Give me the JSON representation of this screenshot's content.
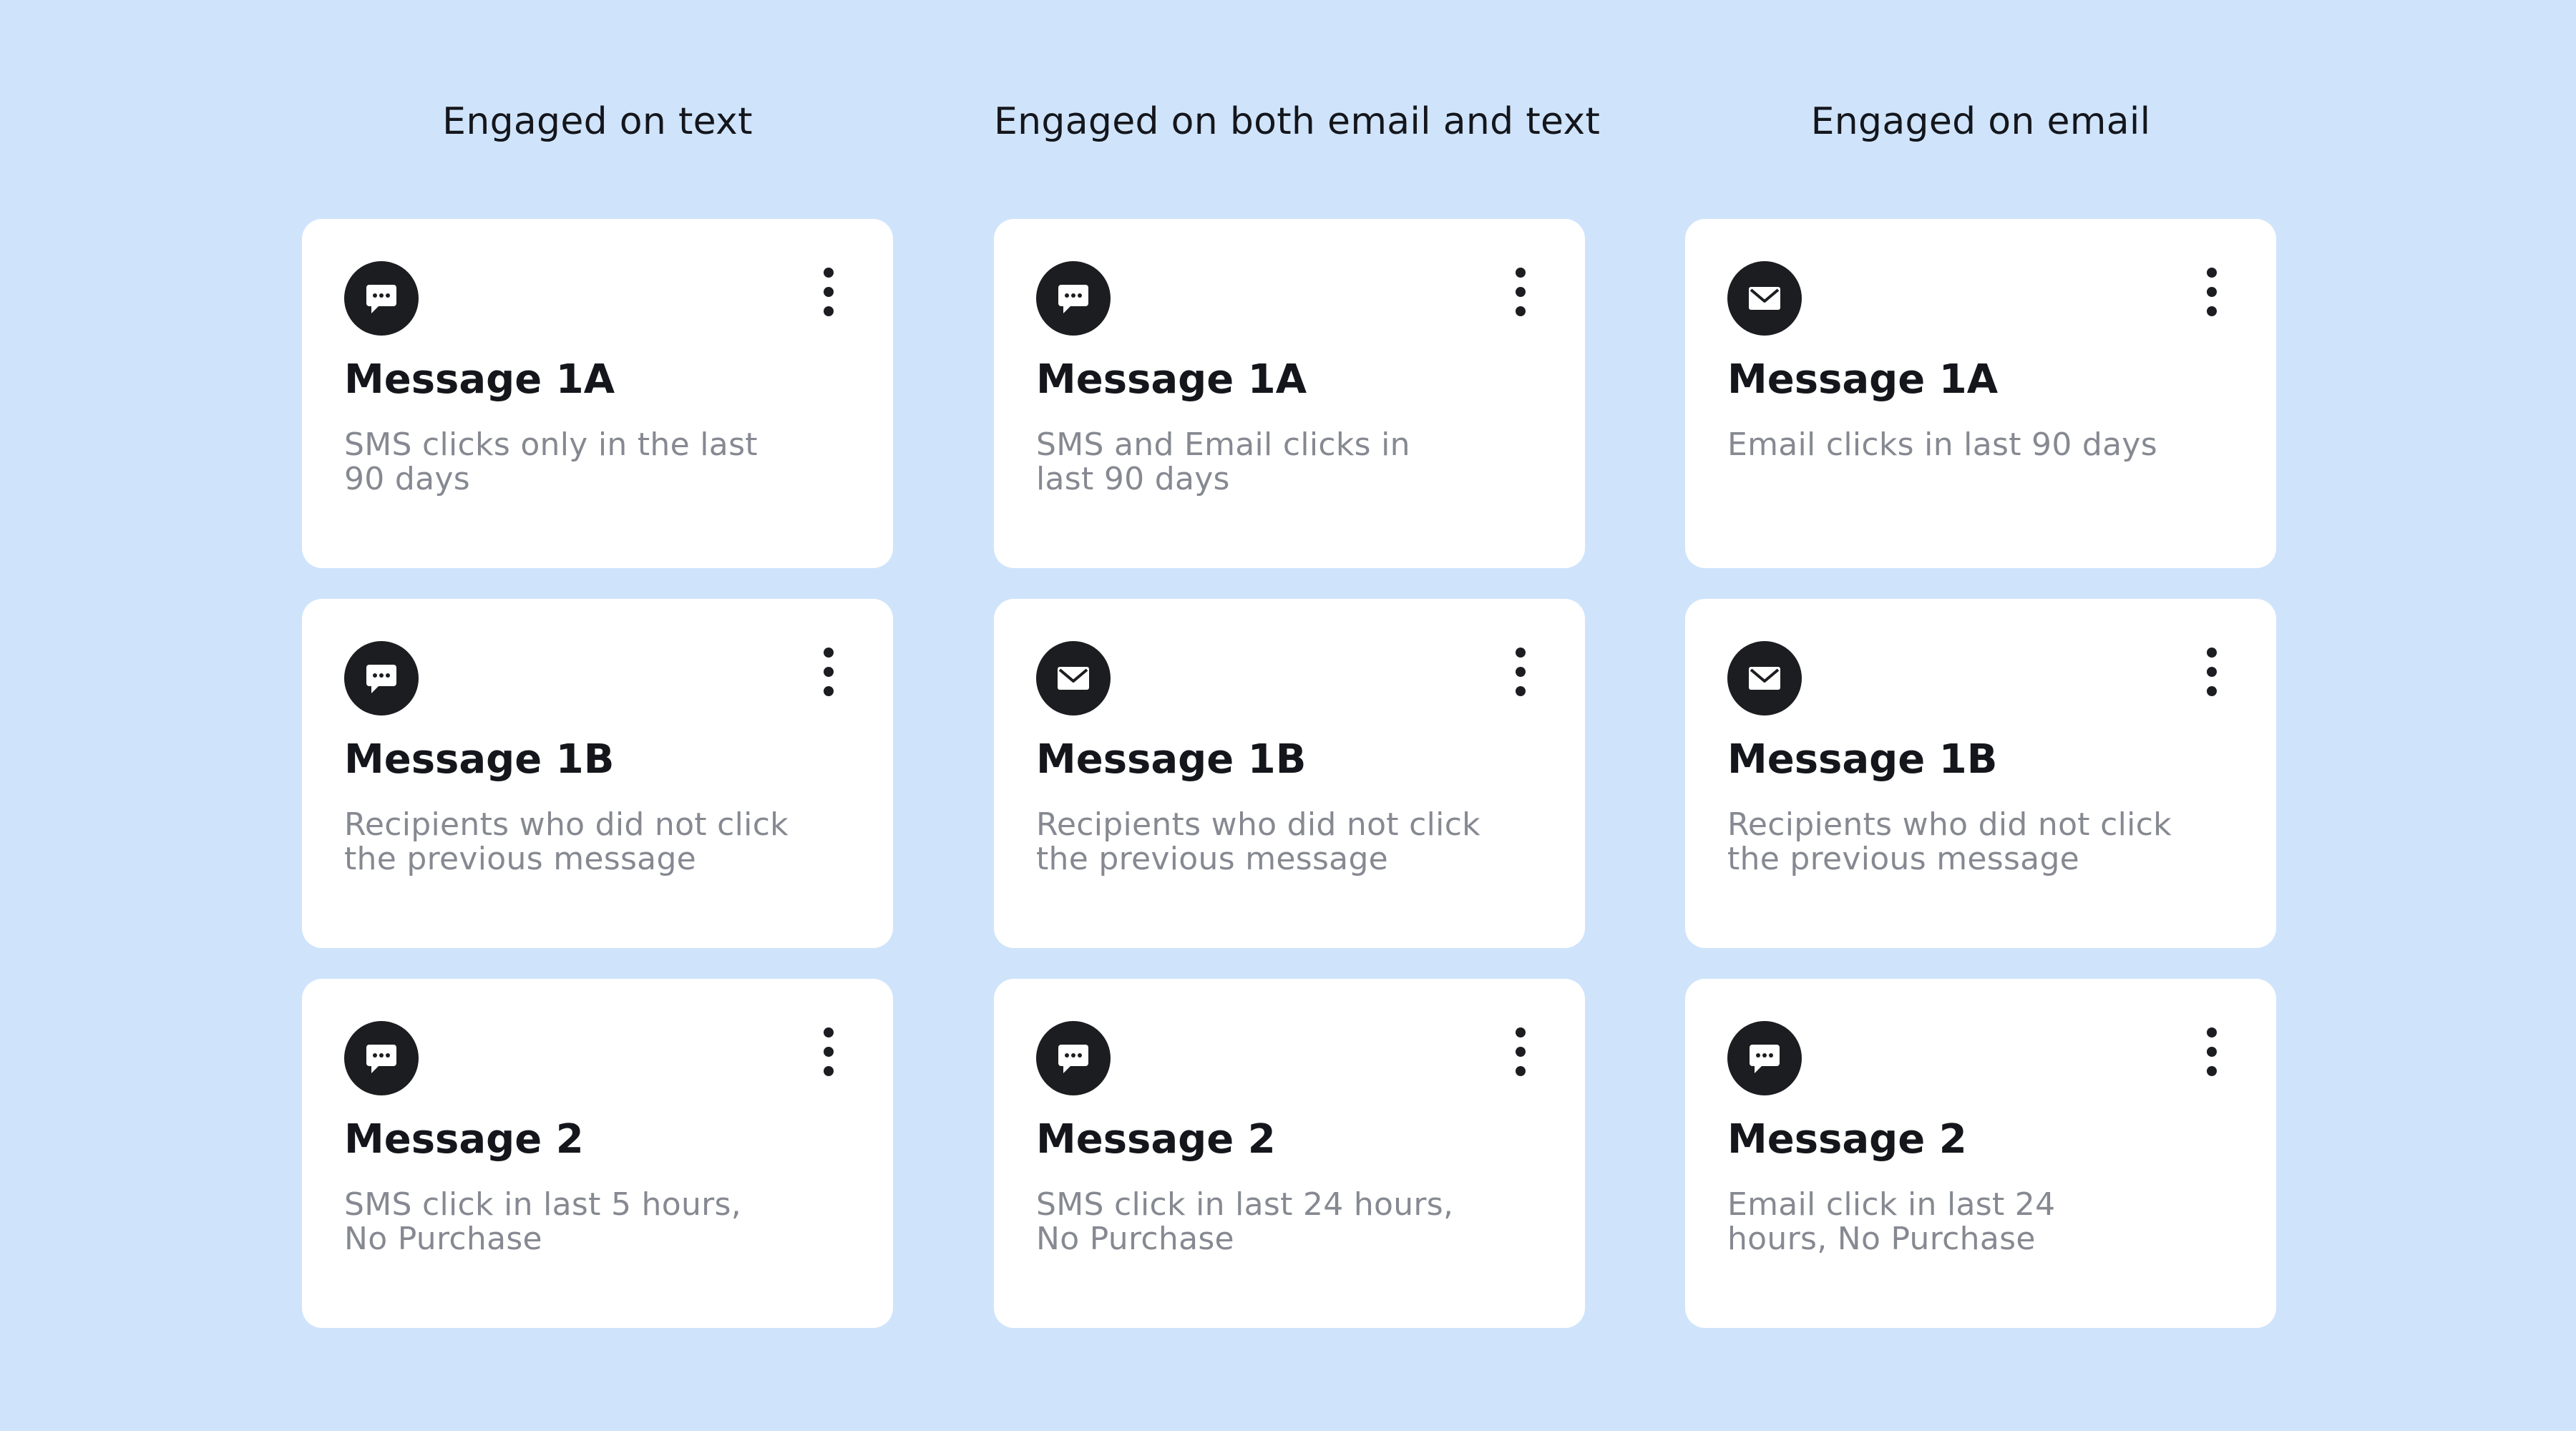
{
  "columns": [
    {
      "header": "Engaged on text",
      "cards": [
        {
          "icon": "sms-chat-icon",
          "title": "Message 1A",
          "desc_lines": [
            "SMS clicks only in the last",
            "90 days"
          ]
        },
        {
          "icon": "sms-chat-icon",
          "title": "Message 1B",
          "desc_lines": [
            "Recipients who did not click",
            "the previous message"
          ]
        },
        {
          "icon": "sms-chat-icon",
          "title": "Message 2",
          "desc_lines": [
            "SMS click in last 5 hours,",
            "No Purchase"
          ]
        }
      ]
    },
    {
      "header": "Engaged on both email and text",
      "cards": [
        {
          "icon": "sms-chat-icon",
          "title": "Message 1A",
          "desc_lines": [
            "SMS and Email clicks in",
            "last 90 days"
          ]
        },
        {
          "icon": "email-envelope-icon",
          "title": "Message 1B",
          "desc_lines": [
            "Recipients who did not click",
            "the previous message"
          ]
        },
        {
          "icon": "sms-chat-icon",
          "title": "Message 2",
          "desc_lines": [
            "SMS click in last 24 hours,",
            "No Purchase"
          ]
        }
      ]
    },
    {
      "header": "Engaged on email",
      "cards": [
        {
          "icon": "email-envelope-icon",
          "title": "Message 1A",
          "desc_lines": [
            "Email clicks in last 90 days"
          ]
        },
        {
          "icon": "email-envelope-icon",
          "title": "Message 1B",
          "desc_lines": [
            "Recipients who did not click",
            "the previous message"
          ]
        },
        {
          "icon": "sms-chat-icon",
          "title": "Message 2",
          "desc_lines": [
            "Email click in last 24",
            "hours, No Purchase"
          ]
        }
      ]
    }
  ],
  "colors": {
    "background": "#cfe4fb",
    "card": "#ffffff",
    "icon_circle": "#1c1d21",
    "title_text": "#14161c",
    "description_text": "#868991"
  }
}
